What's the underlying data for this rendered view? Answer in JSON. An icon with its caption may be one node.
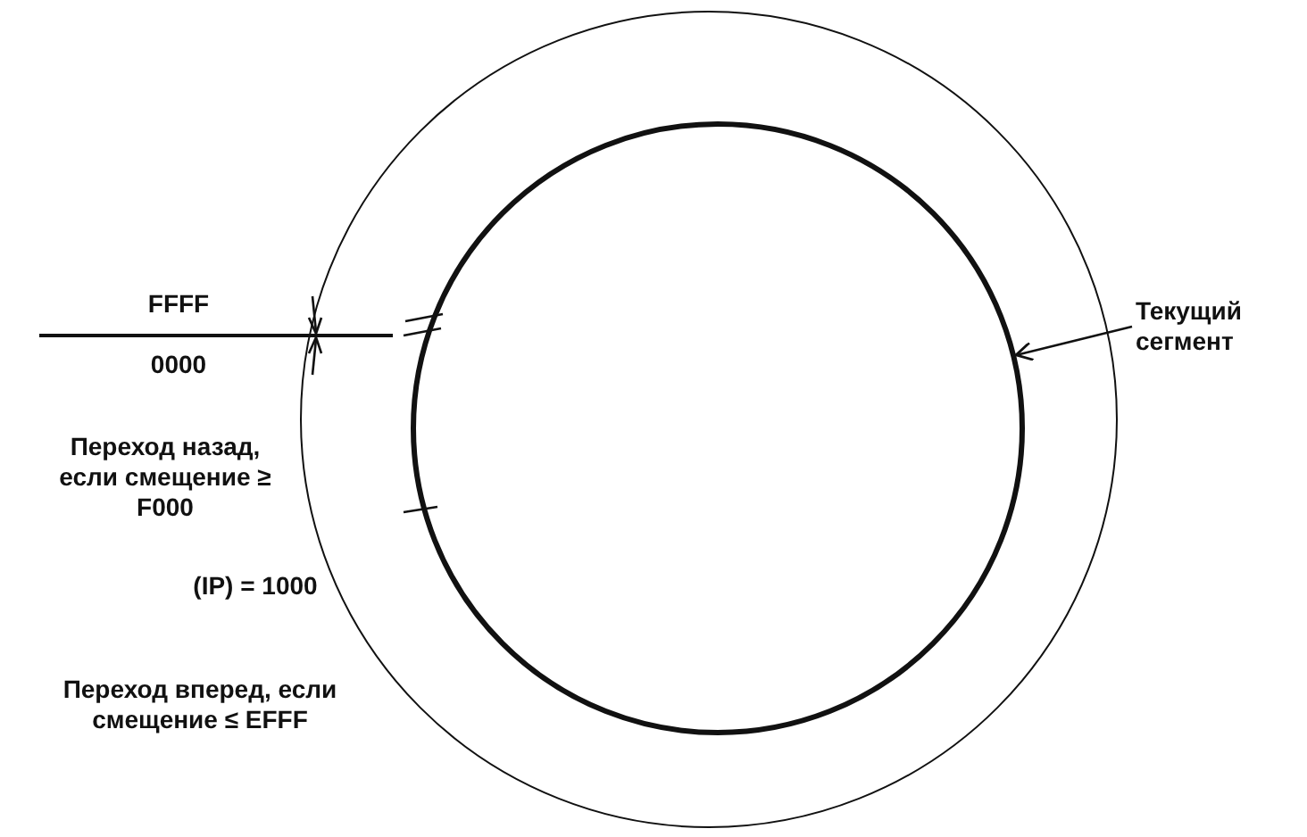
{
  "diagram": {
    "nodes": [
      {
        "text": [],
        "shape": "circle"
      },
      {
        "text": [],
        "shape": "circle",
        "in": 0
      },
      {
        "text": [
          "Текущий сегмент"
        ]
      }
    ],
    "edges": [
      {
        "from": 2,
        "to": 1,
        "arrow": "to"
      }
    ],
    "labels": [
      "FFFF",
      "0000",
      "Переход назад, если смещение ≥ F000",
      "(IP) = 1000",
      "Переход вперед, если смещение ≤ EFFF"
    ]
  }
}
